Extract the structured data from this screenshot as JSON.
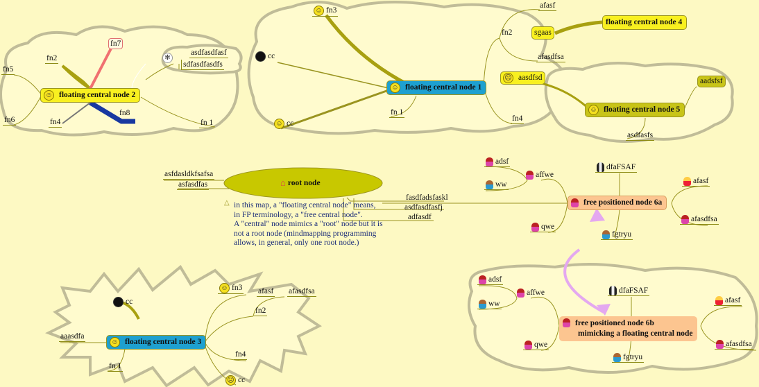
{
  "map2": {
    "central": "floating central node 2",
    "fn5": "fn5",
    "fn2": "fn2",
    "fn7": "fn7",
    "fn6": "fn6",
    "fn4": "fn4",
    "fn8": "fn8",
    "fn1": "fn 1",
    "sub1": "asdfasdfasf",
    "sub2": "sdfasdfasdfs"
  },
  "map1": {
    "central": "floating central node 1",
    "fn3": "fn3",
    "cc_top": "cc",
    "cc_bottom": "cc",
    "fn1": "fn 1",
    "fn2": "fn2",
    "afasf": "afasf",
    "sgaas": "sgaas",
    "afasdfsa": "afasdfsa",
    "aasdfsd": "aasdfsd",
    "fn4": "fn4"
  },
  "map4": {
    "central": "floating central node 4"
  },
  "map5": {
    "central": "floating central node 5",
    "aadsfsf": "aadsfsf",
    "asdfasfs": "asdfasfs"
  },
  "root": {
    "label": "root node",
    "left1": "asfdasldkfsafsa",
    "left2": "asfasdfas",
    "right1": "fasdfadsfaskl",
    "right2": "asdfasdfasfj",
    "right3": "adfasdf",
    "note": [
      "in this map, a \"floating central node\" means,",
      "in FP terminology, a \"free central node\".",
      "A \"central\" node mimics a \"root\" node but it is",
      "not a root node (mindmapping programming",
      "allows, in general, only one root node.)"
    ]
  },
  "map6a": {
    "central": "free positioned node 6a",
    "adsf": "adsf",
    "affwe": "affwe",
    "ww": "ww",
    "qwe": "qwe",
    "dfaFSAF": "dfaFSAF",
    "afasf": "afasf",
    "afasdfsa": "afasdfsa",
    "fgtryu": "fgtryu"
  },
  "map6b": {
    "central_line1": "free positioned node 6b",
    "central_line2": "mimicking a floating central node",
    "adsf": "adsf",
    "affwe": "affwe",
    "ww": "ww",
    "qwe": "qwe",
    "dfaFSAF": "dfaFSAF",
    "afasf": "afasf",
    "afasdfsa": "afasdfsa",
    "fgtryu": "fgtryu"
  },
  "map3": {
    "central": "floating central node 3",
    "cc_top": "cc",
    "fn3": "fn3",
    "afasf": "afasf",
    "afasdfsa": "afasdfsa",
    "fn2": "fn2",
    "aaasdfa": "aaasdfa",
    "fn4": "fn4",
    "fn1": "fn 1",
    "cc_bottom": "cc"
  },
  "colors": {
    "background": "#fdf9c3",
    "cloud": "#c0bc98",
    "edge": "#9a9420",
    "blue_node": "#1ea0d0",
    "yellow_node": "#f8f020",
    "olive_node": "#c8c418",
    "peach_node": "#fcc590",
    "connector": "#e4a8f0"
  }
}
